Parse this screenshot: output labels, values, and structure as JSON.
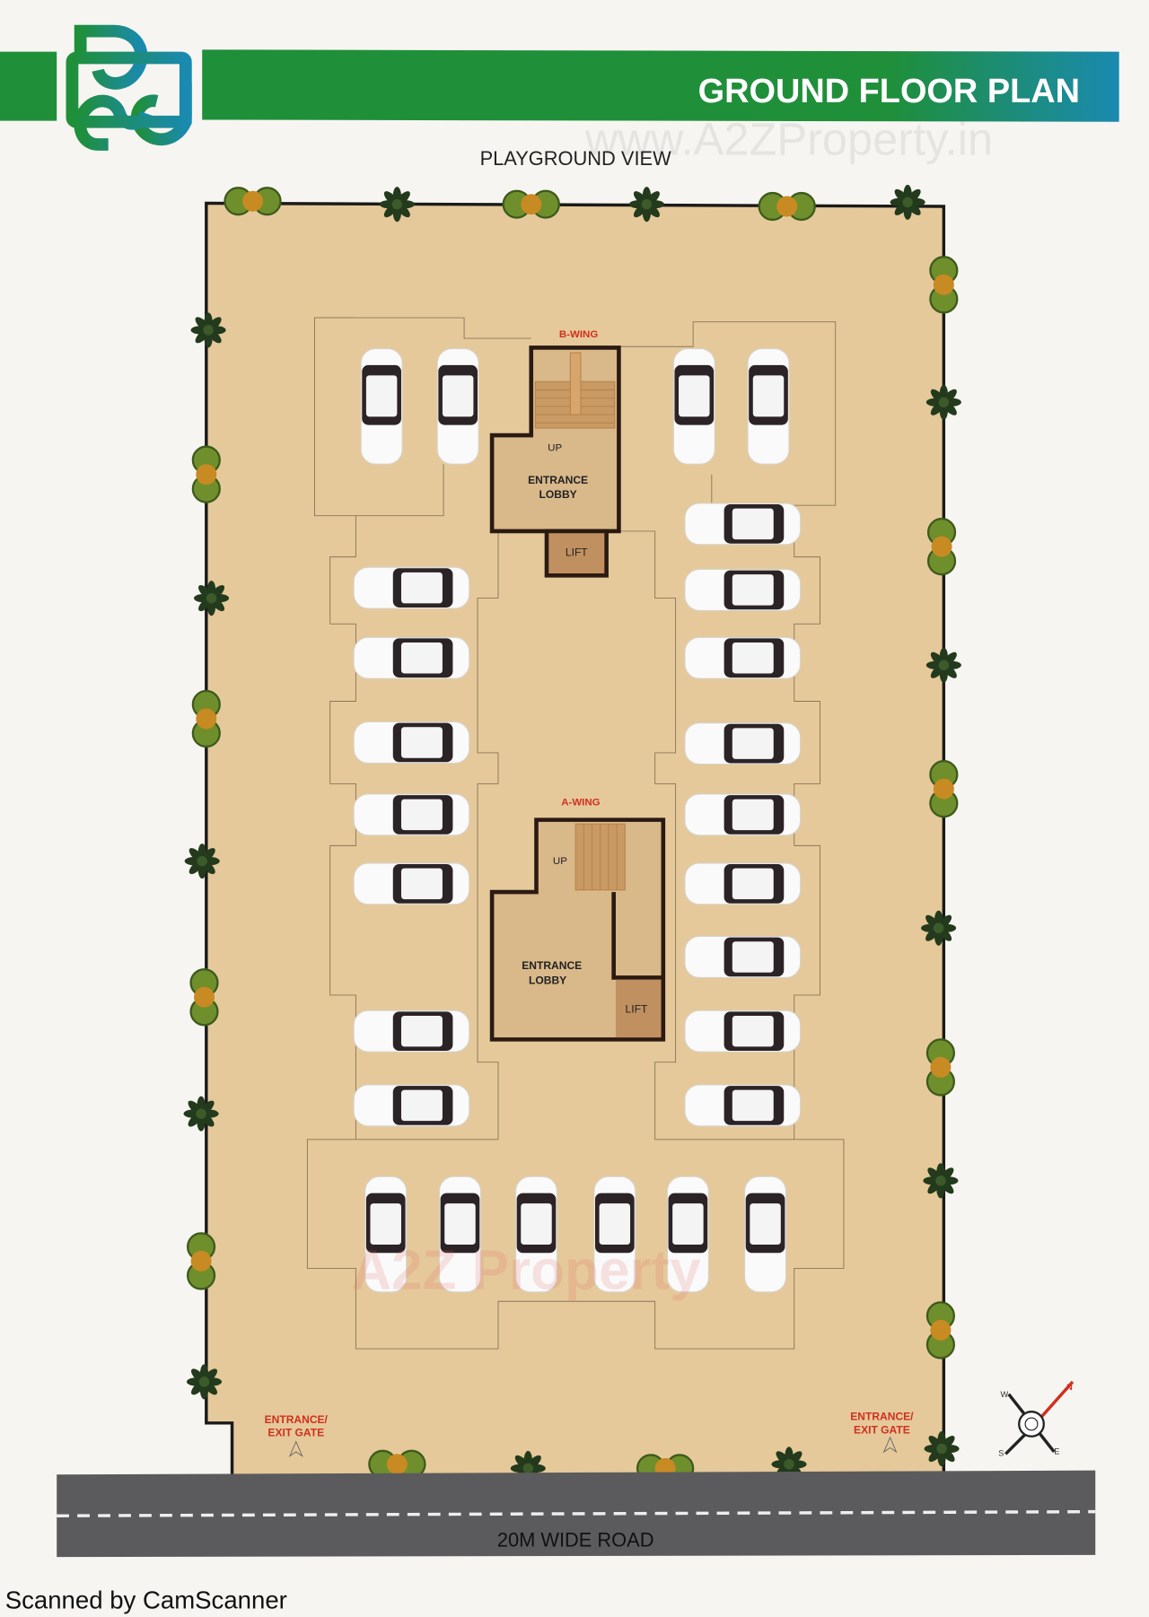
{
  "header": {
    "title": "GROUND FLOOR PLAN",
    "logo_icon": "interlocking-rings-logo",
    "bar_colors": [
      "#1f8f3a",
      "#1a8ab0"
    ]
  },
  "watermark": {
    "top": "www.A2ZProperty.in",
    "center": "A2Z Property"
  },
  "plan": {
    "top_label": "PLAYGROUND VIEW",
    "b_wing": {
      "label": "B-WING",
      "stair_label": "UP",
      "lobby_label_1": "ENTRANCE",
      "lobby_label_2": "LOBBY",
      "lift_label": "LIFT"
    },
    "a_wing": {
      "label": "A-WING",
      "stair_label": "UP",
      "lobby_label_1": "ENTRANCE",
      "lobby_label_2": "LOBBY",
      "lift_label": "LIFT"
    },
    "gate_left": {
      "line1": "ENTRANCE/",
      "line2": "EXIT GATE"
    },
    "gate_right": {
      "line1": "ENTRANCE/",
      "line2": "EXIT GATE"
    },
    "road_label": "20M WIDE ROAD",
    "compass": {
      "n": "N",
      "s": "S",
      "e": "E",
      "w": "W"
    },
    "colors": {
      "plot": "#e5c99a",
      "road": "#5b5b5d",
      "wing_label": "#d0301f",
      "lobby": "#d9b88a"
    }
  },
  "footer": {
    "scanner_text": "Scanned by CamScanner"
  }
}
